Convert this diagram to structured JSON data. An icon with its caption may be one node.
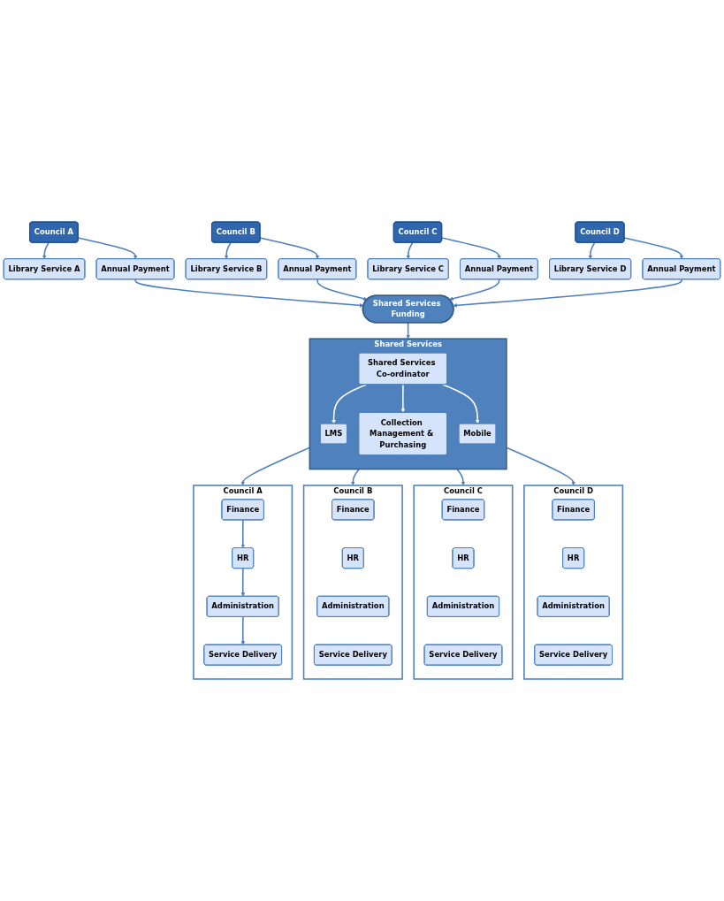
{
  "diagram": {
    "nodes": [
      {
        "text": [
          "Library Service A"
        ]
      },
      {
        "text": [
          "Library Service B"
        ]
      },
      {
        "text": [
          "Library Service C"
        ]
      },
      {
        "text": [
          "Library Service D"
        ]
      },
      {
        "text": [
          "Council A"
        ]
      },
      {
        "text": [
          "Council B"
        ]
      },
      {
        "text": [
          "Council C"
        ]
      },
      {
        "text": [
          "Council D"
        ]
      },
      {
        "text": [
          "Annual Payment"
        ]
      },
      {
        "text": [
          "Annual Payment"
        ]
      },
      {
        "text": [
          "Annual Payment"
        ]
      },
      {
        "text": [
          "Annual Payment"
        ]
      },
      {
        "text": [
          "Shared Services Funding"
        ]
      },
      {
        "text": [
          "Shared Services"
        ]
      },
      {
        "text": [
          "Shared Services Co-ordinator"
        ],
        "in": 13
      },
      {
        "text": [
          "LMS"
        ],
        "in": 13
      },
      {
        "text": [
          "Collection Management & Purchasing"
        ],
        "in": 13
      },
      {
        "text": [
          "Mobile"
        ],
        "in": 13
      },
      {
        "text": [
          "Council A"
        ]
      },
      {
        "text": [
          "Finance"
        ],
        "in": 18
      },
      {
        "text": [
          "HR"
        ],
        "in": 18
      },
      {
        "text": [
          "Administration"
        ],
        "in": 18
      },
      {
        "text": [
          "Service Delivery"
        ],
        "in": 18
      },
      {
        "text": [
          "Council B"
        ]
      },
      {
        "text": [
          "Finance"
        ],
        "in": 23
      },
      {
        "text": [
          "HR"
        ],
        "in": 23
      },
      {
        "text": [
          "Administration"
        ],
        "in": 23
      },
      {
        "text": [
          "Service Delivery"
        ],
        "in": 23
      },
      {
        "text": [
          "Council C"
        ]
      },
      {
        "text": [
          "Finance"
        ],
        "in": 28
      },
      {
        "text": [
          "HR"
        ],
        "in": 28
      },
      {
        "text": [
          "Administration"
        ],
        "in": 28
      },
      {
        "text": [
          "Service Delivery"
        ],
        "in": 28
      },
      {
        "text": [
          "Council D"
        ]
      },
      {
        "text": [
          "Finance"
        ],
        "in": 33
      },
      {
        "text": [
          "HR"
        ],
        "in": 33
      },
      {
        "text": [
          "Administration"
        ],
        "in": 33
      },
      {
        "text": [
          "Service Delivery"
        ],
        "in": 33
      }
    ],
    "edges": [
      {
        "from": 4,
        "to": 0,
        "arrow": "to"
      },
      {
        "from": 5,
        "to": 1,
        "arrow": "to"
      },
      {
        "from": 6,
        "to": 2,
        "arrow": "to"
      },
      {
        "from": 7,
        "to": 3,
        "arrow": "to"
      },
      {
        "from": 4,
        "to": 8,
        "arrow": "to"
      },
      {
        "from": 5,
        "to": 9,
        "arrow": "to"
      },
      {
        "from": 6,
        "to": 10,
        "arrow": "to"
      },
      {
        "from": 7,
        "to": 11,
        "arrow": "to"
      },
      {
        "from": 8,
        "to": 12,
        "arrow": "to"
      },
      {
        "from": 9,
        "to": 12,
        "arrow": "to"
      },
      {
        "from": 10,
        "to": 12,
        "arrow": "to"
      },
      {
        "from": 11,
        "to": 12,
        "arrow": "to"
      },
      {
        "from": 12,
        "to": 13,
        "arrow": "to"
      },
      {
        "from": 14,
        "to": 15,
        "arrow": "to",
        "color": "#ffffff"
      },
      {
        "from": 14,
        "to": 16,
        "arrow": "to",
        "color": "#ffffff"
      },
      {
        "from": 14,
        "to": 17,
        "arrow": "to",
        "color": "#ffffff"
      },
      {
        "from": 13,
        "to": 18,
        "arrow": "to"
      },
      {
        "from": 13,
        "to": 23,
        "arrow": "to"
      },
      {
        "from": 13,
        "to": 28,
        "arrow": "to"
      },
      {
        "from": 13,
        "to": 33,
        "arrow": "to"
      },
      {
        "from": 19,
        "to": 20,
        "arrow": "to"
      },
      {
        "from": 20,
        "to": 21,
        "arrow": "to"
      },
      {
        "from": 21,
        "to": 22,
        "arrow": "to"
      }
    ]
  }
}
